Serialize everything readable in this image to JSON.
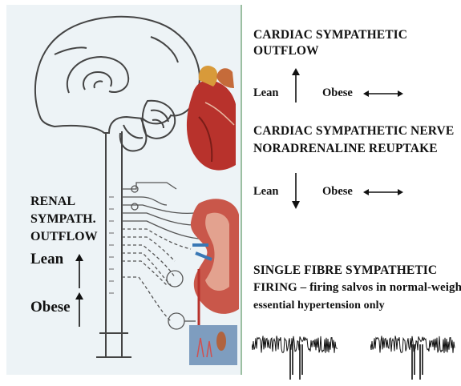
{
  "left": {
    "renal_title_line1": "RENAL",
    "renal_title_line2": "SYMPATH.",
    "renal_title_line3": "OUTFLOW",
    "lean": "Lean",
    "obese": "Obese"
  },
  "cardiac_outflow": {
    "title_line1": "CARDIAC SYMPATHETIC",
    "title_line2": "OUTFLOW",
    "lean": "Lean",
    "obese": "Obese"
  },
  "reuptake": {
    "title_line1": "CARDIAC SYMPATHETIC NERVE",
    "title_line2": "NORADRENALINE REUPTAKE",
    "lean": "Lean",
    "obese": "Obese"
  },
  "single_fibre": {
    "title_line1": "SINGLE FIBRE SYMPATHETIC",
    "title_line2": "FIRING – firing salvos in normal-weight",
    "title_line3": "essential hypertension only"
  },
  "icons": {
    "brain": "brain-icon",
    "heart": "heart-icon",
    "kidney": "kidney-icon",
    "up_arrow": "arrow-up-icon",
    "down_arrow": "arrow-down-icon",
    "double_arrow": "double-arrow-icon"
  },
  "colors": {
    "panel_bg": "#edf3f6",
    "panel_border": "#9bbfa1",
    "heart": "#b8322c",
    "kidney": "#c9574a",
    "line_art": "#444444"
  }
}
